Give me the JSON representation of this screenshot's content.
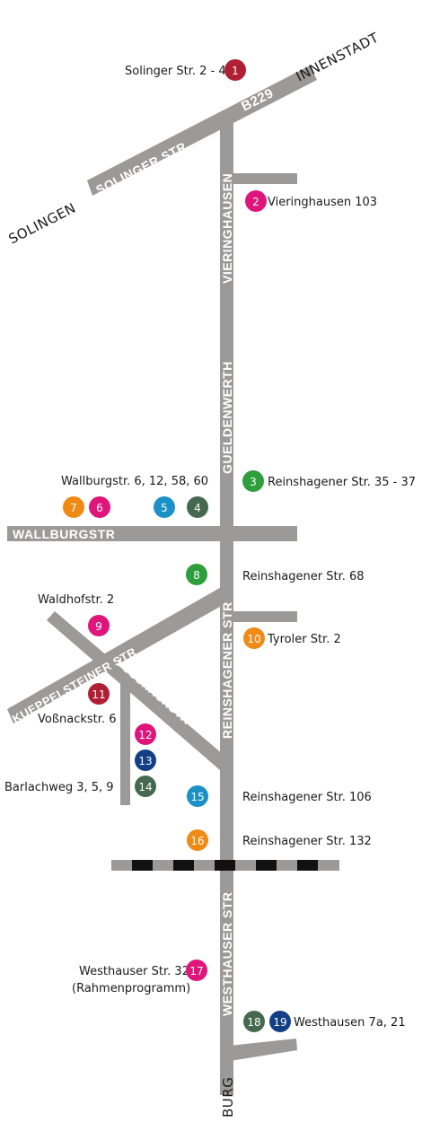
{
  "colors": {
    "road": "#9c9a99",
    "crimson": "#b11f35",
    "magenta": "#e0157b",
    "green": "#2f9e3d",
    "darkgreen": "#45694f",
    "blue": "#1b91c8",
    "navy": "#123f86",
    "orange": "#ef8a15",
    "rail_dark": "#111111"
  },
  "directions": {
    "solingen": "SOLINGEN",
    "innenstadt": "INNENSTADT",
    "burg": "BURG"
  },
  "streets": {
    "b229": "B229",
    "solinger": "SOLINGER STR",
    "vieringhausen": "VIERINGHAUSEN",
    "gueldenwerth": "GUELDENWERTH",
    "wallburgstr": "WALLBURGSTR",
    "reinshagener": "REINSHAGENER STR",
    "kueppelsteiner": "KUEPPELSTEINER STR",
    "vossnackstr": "VOSSNACKSTR",
    "westhauser": "WESTHAUSER STR"
  },
  "markers": [
    {
      "n": "1",
      "color": "crimson"
    },
    {
      "n": "2",
      "color": "magenta"
    },
    {
      "n": "3",
      "color": "green"
    },
    {
      "n": "4",
      "color": "darkgreen"
    },
    {
      "n": "5",
      "color": "blue"
    },
    {
      "n": "6",
      "color": "magenta"
    },
    {
      "n": "7",
      "color": "orange"
    },
    {
      "n": "8",
      "color": "green"
    },
    {
      "n": "9",
      "color": "magenta"
    },
    {
      "n": "10",
      "color": "orange"
    },
    {
      "n": "11",
      "color": "crimson"
    },
    {
      "n": "12",
      "color": "magenta"
    },
    {
      "n": "13",
      "color": "navy"
    },
    {
      "n": "14",
      "color": "darkgreen"
    },
    {
      "n": "15",
      "color": "blue"
    },
    {
      "n": "16",
      "color": "orange"
    },
    {
      "n": "17",
      "color": "magenta"
    },
    {
      "n": "18",
      "color": "darkgreen"
    },
    {
      "n": "19",
      "color": "navy"
    }
  ],
  "labels": {
    "solinger_2_4": "Solinger Str. 2 - 4",
    "vieringhausen_103": "Vieringhausen 103",
    "wallburgstr_nums": "Wallburgstr. 6, 12, 58, 60",
    "reinshagener_35_37": "Reinshagener Str. 35 - 37",
    "reinshagener_68": "Reinshagener Str. 68",
    "waldhofstr_2": "Waldhofstr. 2",
    "tyroler_2": "Tyroler Str. 2",
    "vossnackstr_6": "Voßnackstr. 6",
    "barlachweg": "Barlachweg 3, 5, 9",
    "reinshagener_106": "Reinshagener Str. 106",
    "reinshagener_132": "Reinshagener Str. 132",
    "westhauser_32": "Westhauser Str. 32",
    "rahmenprogramm": "(Rahmenprogramm)",
    "westhausen_7a_21": "Westhausen 7a, 21"
  }
}
